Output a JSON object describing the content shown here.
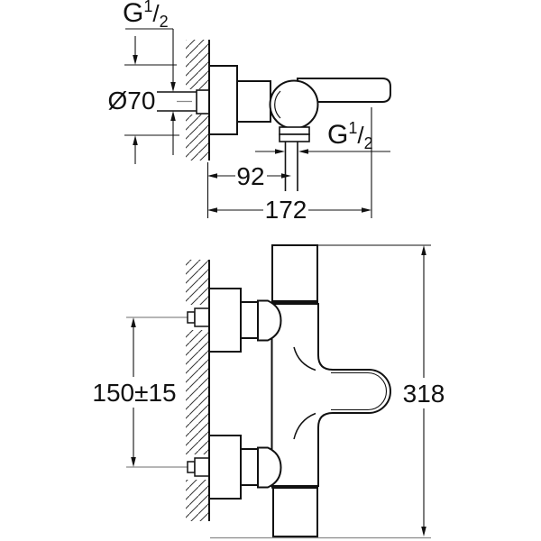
{
  "top_view": {
    "wall_thread_label": {
      "g": "G",
      "sup": "1",
      "slash": "/",
      "sub": "2"
    },
    "escutcheon_diameter_label": "Ø70",
    "outlet_thread_label": {
      "g": "G",
      "sup": "1",
      "slash": "/",
      "sub": "2"
    },
    "wall_to_outlet_dim": "92",
    "wall_to_lever_end_dim": "172"
  },
  "bottom_view": {
    "connection_spacing_dim": "150±15",
    "overall_height_dim": "318"
  },
  "colors": {
    "line": "#111111",
    "dimension_line": "#111111",
    "centerline": "#8a8a8a",
    "hatch": "#333333",
    "background": "#ffffff"
  }
}
